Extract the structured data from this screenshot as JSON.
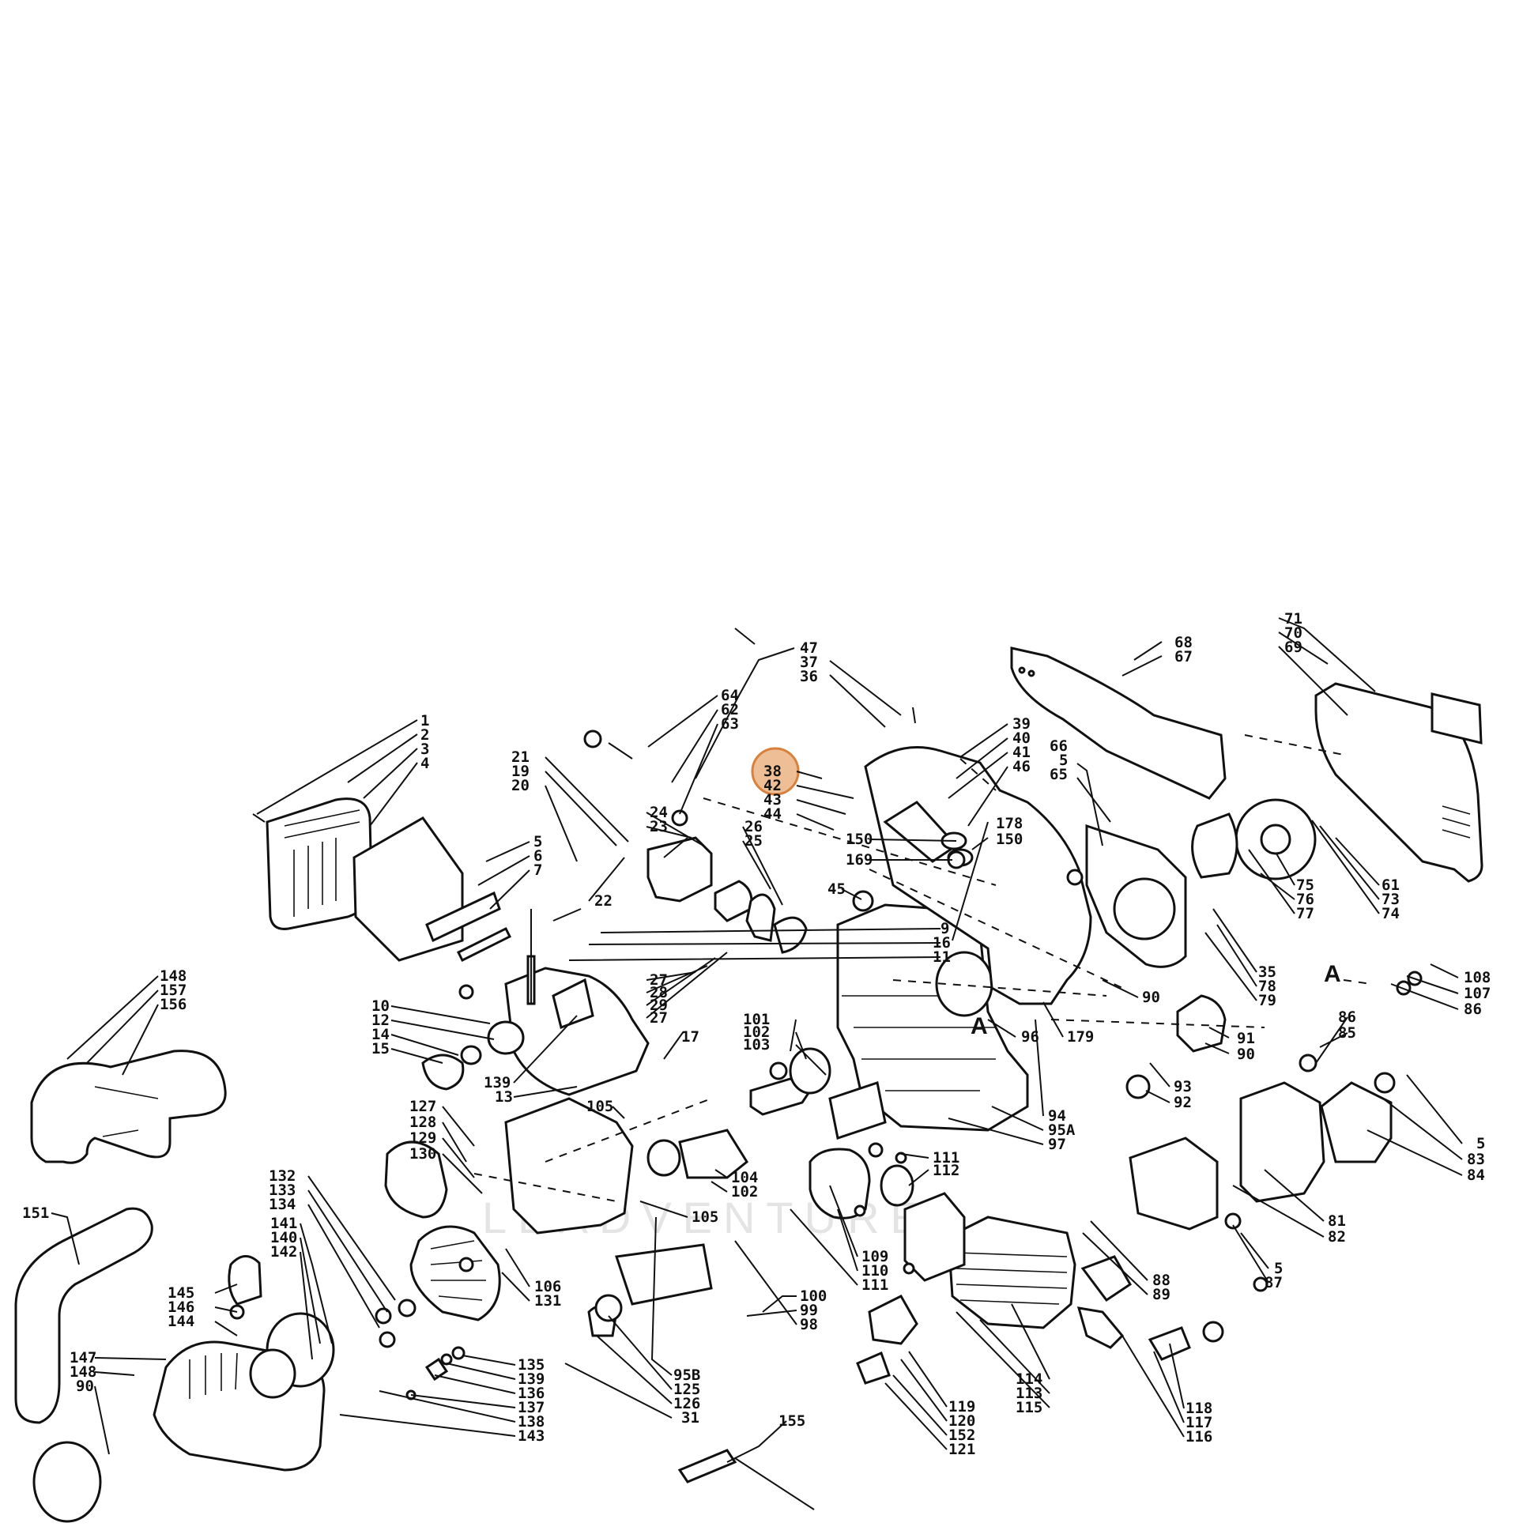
{
  "diagram": {
    "highlight_label": "38",
    "highlight_color": "#e7a46a",
    "watermark": "LEADVENTURE",
    "section_marks": [
      "A",
      "A"
    ],
    "part_labels": {
      "c1": [
        "1",
        "2",
        "3",
        "4"
      ],
      "c2": [
        "64",
        "62",
        "63"
      ],
      "c3": [
        "47",
        "37",
        "36"
      ],
      "c4": [
        "39",
        "40",
        "41",
        "46"
      ],
      "c5": [
        "68",
        "67"
      ],
      "c6": [
        "71",
        "70",
        "69"
      ],
      "c7": [
        "21",
        "19",
        "20"
      ],
      "c8": [
        "38",
        "42",
        "43",
        "44"
      ],
      "c9": [
        "66",
        "5",
        "65"
      ],
      "c10": [
        "5",
        "6",
        "7"
      ],
      "c11": [
        "24",
        "23"
      ],
      "c12": [
        "26",
        "25"
      ],
      "c13": [
        "178",
        "150"
      ],
      "c14": [
        "150",
        "169"
      ],
      "c15": [
        "45"
      ],
      "c16": [
        "22"
      ],
      "c17": [
        "9",
        "16",
        "11"
      ],
      "c18": [
        "61",
        "73",
        "74"
      ],
      "c19": [
        "75",
        "76",
        "77"
      ],
      "c20": [
        "35",
        "78",
        "79"
      ],
      "c21": [
        "148",
        "157",
        "156"
      ],
      "c22": [
        "27",
        "28",
        "29",
        "27"
      ],
      "c23": [
        "90"
      ],
      "c24": [
        "108",
        "107",
        "86"
      ],
      "c25": [
        "10",
        "12",
        "14",
        "15"
      ],
      "c26": [
        "17"
      ],
      "c27": [
        "101",
        "102",
        "103"
      ],
      "c28": [
        "96"
      ],
      "c29": [
        "179"
      ],
      "c30": [
        "91",
        "90"
      ],
      "c31": [
        "86",
        "85"
      ],
      "c32": [
        "139",
        "13"
      ],
      "c33": [
        "93",
        "92"
      ],
      "c34": [
        "105"
      ],
      "c35": [
        "94",
        "95A",
        "97"
      ],
      "c36": [
        "5",
        "83",
        "84"
      ],
      "c37": [
        "127",
        "128",
        "129",
        "130"
      ],
      "c38": [
        "111",
        "112"
      ],
      "c39": [
        "104",
        "102"
      ],
      "c40": [
        "132",
        "133",
        "134"
      ],
      "c41": [
        "151"
      ],
      "c42": [
        "105"
      ],
      "c43": [
        "81",
        "82"
      ],
      "c44": [
        "141",
        "140",
        "142"
      ],
      "c45": [
        "106",
        "131"
      ],
      "c46": [
        "109",
        "110",
        "111"
      ],
      "c47": [
        "5",
        "87"
      ],
      "c48": [
        "88",
        "89"
      ],
      "c49": [
        "145",
        "146",
        "144"
      ],
      "c50": [
        "100",
        "99",
        "98"
      ],
      "c51": [
        "147",
        "148",
        "90"
      ],
      "c52": [
        "135",
        "139",
        "136",
        "137",
        "138",
        "143"
      ],
      "c53": [
        "95B",
        "125",
        "126",
        "31"
      ],
      "c54": [
        "114",
        "113",
        "115"
      ],
      "c55": [
        "118",
        "117",
        "116"
      ],
      "c56": [
        "119",
        "120",
        "152",
        "121"
      ],
      "c57": [
        "155"
      ]
    }
  }
}
